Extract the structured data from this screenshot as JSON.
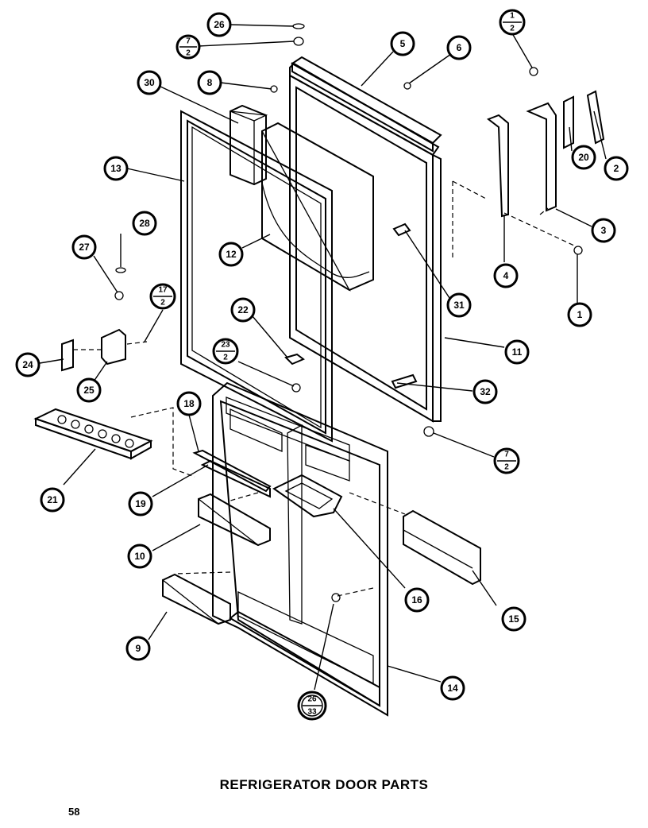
{
  "title": "REFRIGERATOR DOOR PARTS",
  "page_number": "58",
  "callouts": [
    {
      "id": "c26",
      "label": "26"
    },
    {
      "id": "c7-2-top",
      "top": "7",
      "bottom": "2"
    },
    {
      "id": "c5",
      "label": "5"
    },
    {
      "id": "c6",
      "label": "6"
    },
    {
      "id": "c1-2",
      "top": "1",
      "bottom": "2"
    },
    {
      "id": "c30",
      "label": "30"
    },
    {
      "id": "c8",
      "label": "8"
    },
    {
      "id": "c13",
      "label": "13"
    },
    {
      "id": "c20",
      "label": "20"
    },
    {
      "id": "c2",
      "label": "2"
    },
    {
      "id": "c3",
      "label": "3"
    },
    {
      "id": "c28",
      "label": "28"
    },
    {
      "id": "c27",
      "label": "27"
    },
    {
      "id": "c12",
      "label": "12"
    },
    {
      "id": "c4",
      "label": "4"
    },
    {
      "id": "c31",
      "label": "31"
    },
    {
      "id": "c1",
      "label": "1"
    },
    {
      "id": "c17-2",
      "top": "17",
      "bottom": "2"
    },
    {
      "id": "c22",
      "label": "22"
    },
    {
      "id": "c11",
      "label": "11"
    },
    {
      "id": "c24",
      "label": "24"
    },
    {
      "id": "c23-2",
      "top": "23",
      "bottom": "2"
    },
    {
      "id": "c25",
      "label": "25"
    },
    {
      "id": "c32",
      "label": "32"
    },
    {
      "id": "c18",
      "label": "18"
    },
    {
      "id": "c7-2-bottom",
      "top": "7",
      "bottom": "2"
    },
    {
      "id": "c21",
      "label": "21"
    },
    {
      "id": "c19",
      "label": "19"
    },
    {
      "id": "c10",
      "label": "10"
    },
    {
      "id": "c15",
      "label": "15"
    },
    {
      "id": "c16",
      "label": "16"
    },
    {
      "id": "c9",
      "label": "9"
    },
    {
      "id": "c14",
      "label": "14"
    },
    {
      "id": "c26-33",
      "top": "26",
      "bottom": "33"
    }
  ]
}
